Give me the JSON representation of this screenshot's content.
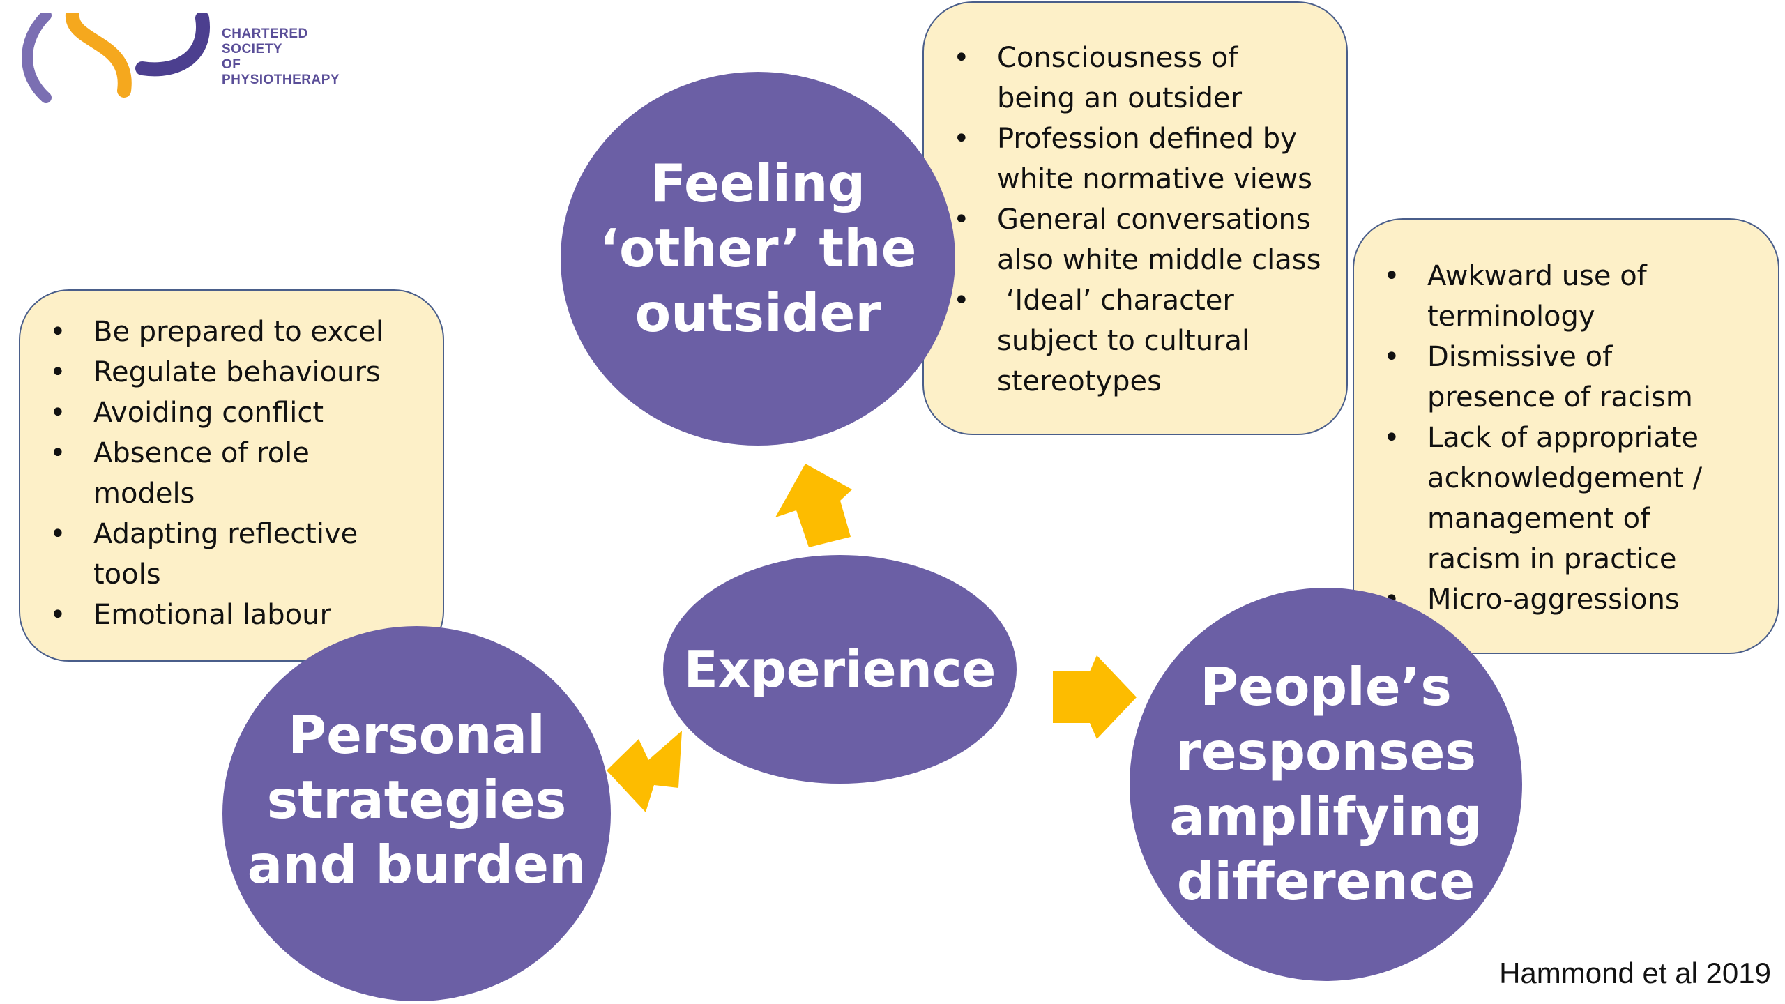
{
  "logo": {
    "lines": [
      "CHARTERED",
      "SOCIETY",
      "OF",
      "PHYSIOTHERAPY"
    ],
    "colors": {
      "orange": "#f5a81e",
      "purple": "#4c3f8f",
      "lilac": "#7b6fb2"
    }
  },
  "colors": {
    "circle": "#6b5fa5",
    "box_fill": "#fdf0c8",
    "box_border": "#4a5e8a",
    "arrow": "#fdbc00"
  },
  "nodes": {
    "feeling": {
      "lines": [
        "Feeling",
        "‘other’ the",
        "outsider"
      ]
    },
    "experience": {
      "lines": [
        "Experience"
      ]
    },
    "personal": {
      "lines": [
        "Personal",
        "strategies",
        "and burden"
      ]
    },
    "responses": {
      "lines": [
        "People’s",
        "responses",
        "amplifying",
        "difference"
      ]
    }
  },
  "boxes": {
    "feeling": {
      "items": [
        [
          "Consciousness of",
          "being an outsider"
        ],
        [
          "Profession defined by",
          "white normative views"
        ],
        [
          "General conversations",
          "also white middle class"
        ],
        [
          " ‘Ideal’ character",
          "subject to cultural",
          "stereotypes"
        ]
      ]
    },
    "personal": {
      "items": [
        [
          "Be prepared to excel"
        ],
        [
          "Regulate behaviours"
        ],
        [
          "Avoiding conflict"
        ],
        [
          "Absence of role",
          "models"
        ],
        [
          "Adapting reflective",
          "tools"
        ],
        [
          "Emotional labour"
        ]
      ]
    },
    "responses": {
      "items": [
        [
          "Awkward use of",
          "terminology"
        ],
        [
          "Dismissive of",
          "presence of racism"
        ],
        [
          "Lack of appropriate",
          "acknowledgement /",
          "management of",
          "racism in practice"
        ],
        [
          "Micro-aggressions"
        ]
      ]
    }
  },
  "citation": "Hammond et al 2019"
}
